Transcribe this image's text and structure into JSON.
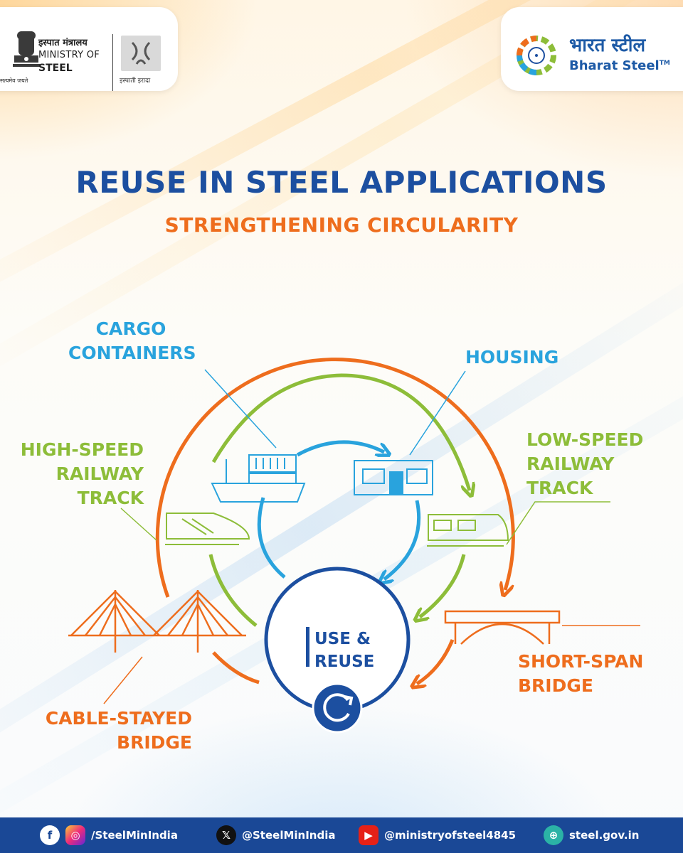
{
  "header": {
    "ministry_hindi": "इस्पात मंत्रालय",
    "ministry_line1": "MINISTRY OF",
    "ministry_line2": "STEEL",
    "motto": "सत्यमेव जयते",
    "ispat_irada": "इस्पाती इरादा",
    "bharat_steel_hindi": "भारत स्टील",
    "bharat_steel_english": "Bharat Steel",
    "trademark": "TM"
  },
  "title": "REUSE IN STEEL APPLICATIONS",
  "subtitle": "STRENGTHENING CIRCULARITY",
  "diagram": {
    "center_line1": "USE &",
    "center_line2": "REUSE",
    "labels": {
      "cargo_line1": "CARGO",
      "cargo_line2": "CONTAINERS",
      "housing": "HOUSING",
      "hs_line1": "HIGH-SPEED",
      "hs_line2": "RAILWAY",
      "hs_line3": "TRACK",
      "ls_line1": "LOW-SPEED",
      "ls_line2": "RAILWAY",
      "ls_line3": "TRACK",
      "cable_line1": "CABLE-STAYED",
      "cable_line2": "BRIDGE",
      "short_line1": "SHORT-SPAN",
      "short_line2": "BRIDGE"
    },
    "colors": {
      "blue": "#29a3dd",
      "green": "#8dbd39",
      "orange": "#ee6d1d",
      "navy": "#1c4fa0"
    }
  },
  "footer": {
    "facebook_icon": "facebook-icon",
    "instagram_icon": "instagram-icon",
    "social_handle": "/SteelMinIndia",
    "x_handle": "@SteelMinIndia",
    "youtube_handle": "@ministryofsteel4845",
    "website": "steel.gov.in"
  }
}
